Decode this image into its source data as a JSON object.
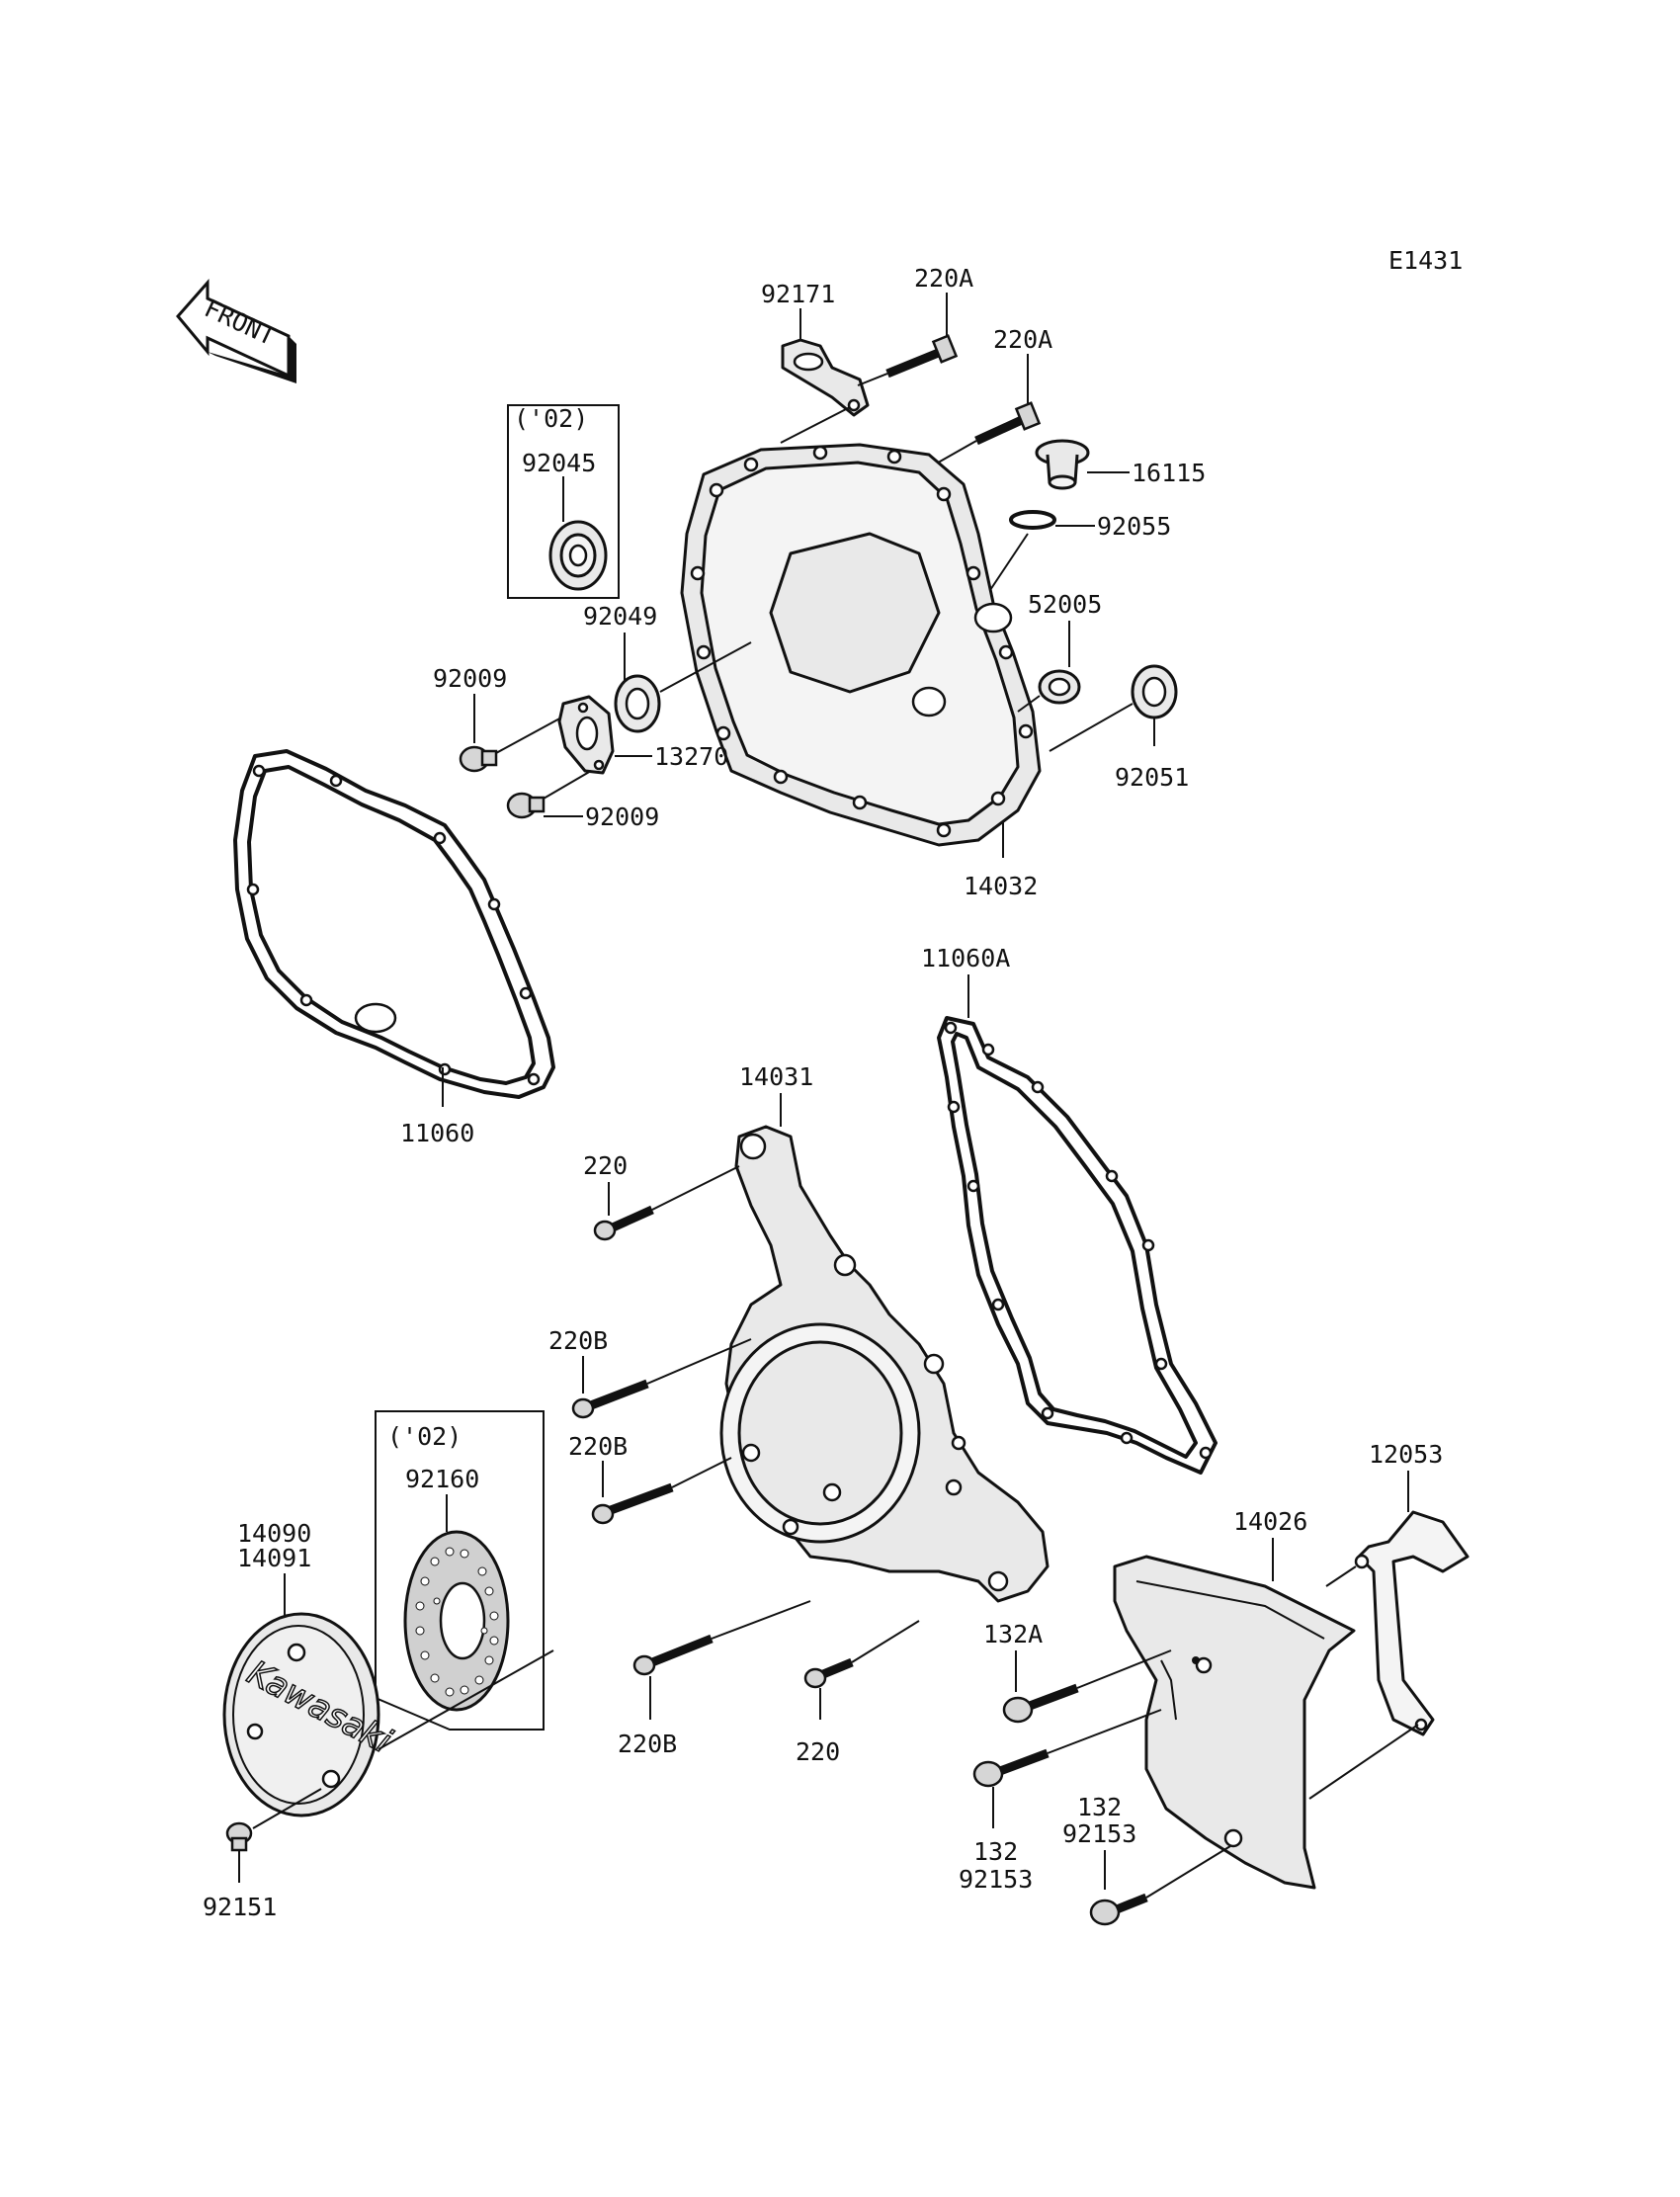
{
  "diagram": {
    "code": "E1431",
    "front_label": "FRONT",
    "logo_text": "Kawasaki",
    "variant_note_1": "('02)",
    "variant_note_2": "('02)",
    "parts": {
      "p92171": "92171",
      "p220A_1": "220A",
      "p220A_2": "220A",
      "p16115": "16115",
      "p92055": "92055",
      "p92045": "92045",
      "p92049": "92049",
      "p52005": "52005",
      "p92009_1": "92009",
      "p13270": "13270",
      "p92009_2": "92009",
      "p92051": "92051",
      "p14032": "14032",
      "p11060A": "11060A",
      "p11060": "11060",
      "p14031": "14031",
      "p220_1": "220",
      "p220B_1": "220B",
      "p220B_2": "220B",
      "p12053": "12053",
      "p92160": "92160",
      "p14090": "14090",
      "p14091": "14091",
      "p14026": "14026",
      "p132A": "132A",
      "p220B_3": "220B",
      "p220_2": "220",
      "p132_1": "132",
      "p92153_1": "92153",
      "p132_2": "132",
      "p92153_2": "92153",
      "p92151": "92151"
    }
  }
}
